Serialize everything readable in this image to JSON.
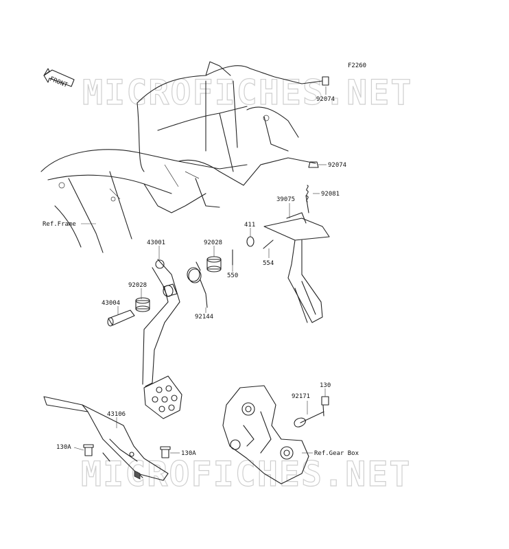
{
  "diagram": {
    "code": "F2260",
    "watermark": "MICROFICHES.NET",
    "front_badge": "FRONT",
    "parts": [
      {
        "id": "p-92074-a",
        "number": "92074"
      },
      {
        "id": "p-92074-b",
        "number": "92074"
      },
      {
        "id": "p-92081",
        "number": "92081"
      },
      {
        "id": "p-39075",
        "number": "39075"
      },
      {
        "id": "p-411",
        "number": "411"
      },
      {
        "id": "p-554",
        "number": "554"
      },
      {
        "id": "p-ref-frame",
        "number": "Ref.Frame"
      },
      {
        "id": "p-43001",
        "number": "43001"
      },
      {
        "id": "p-92028-a",
        "number": "92028"
      },
      {
        "id": "p-550",
        "number": "550"
      },
      {
        "id": "p-92028-b",
        "number": "92028"
      },
      {
        "id": "p-92144",
        "number": "92144"
      },
      {
        "id": "p-43004",
        "number": "43004"
      },
      {
        "id": "p-130-a",
        "number": "130"
      },
      {
        "id": "p-92171",
        "number": "92171"
      },
      {
        "id": "p-43106",
        "number": "43106"
      },
      {
        "id": "p-130A-a",
        "number": "130A"
      },
      {
        "id": "p-130A-b",
        "number": "130A"
      },
      {
        "id": "p-ref-gearbox",
        "number": "Ref.Gear Box"
      }
    ]
  }
}
